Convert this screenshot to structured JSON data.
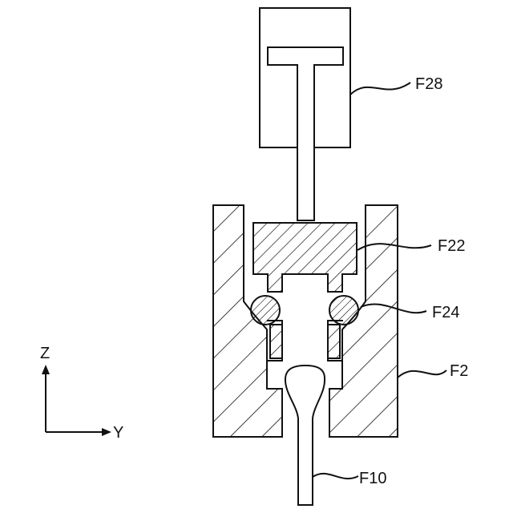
{
  "figure": {
    "labels": {
      "actuator": "F28",
      "pressing_block": "F22",
      "balls": "F24",
      "housing": "F2",
      "workpiece": "F10"
    },
    "axes": {
      "vertical": "Z",
      "horizontal": "Y"
    }
  }
}
